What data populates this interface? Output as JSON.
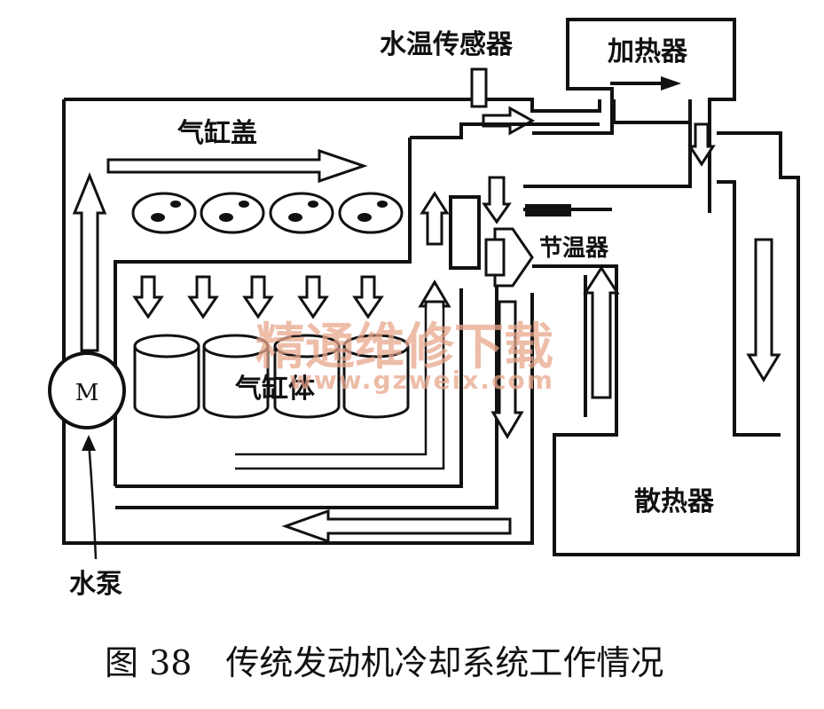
{
  "labels": {
    "water_temp_sensor": "水温传感器",
    "heater": "加热器",
    "cylinder_head": "气缸盖",
    "thermostat": "节温器",
    "cylinder_block": "气缸体",
    "radiator": "散热器",
    "water_pump": "水泵",
    "pump_motor": "M"
  },
  "watermark": {
    "text": "精通维修下载",
    "url": "www.gzweix.com"
  },
  "caption": "图 38　传统发动机冷却系统工作情况"
}
